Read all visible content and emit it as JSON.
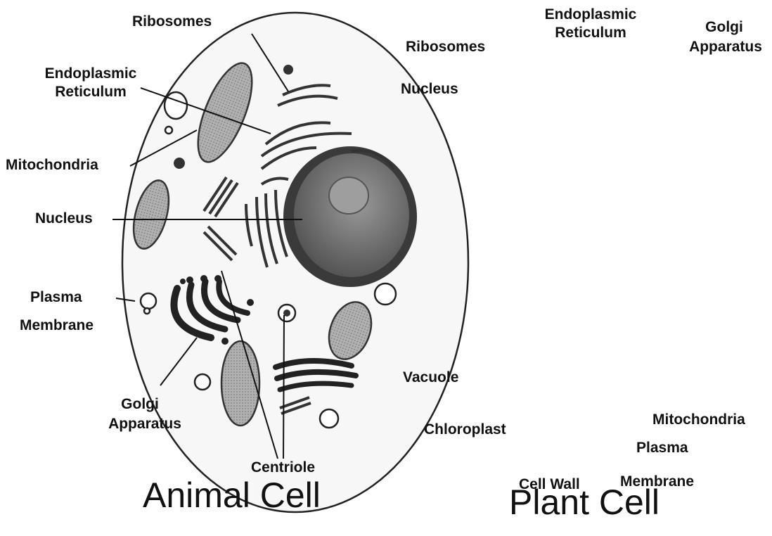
{
  "animal": {
    "title": "Animal Cell",
    "labels": {
      "ribosomes": "Ribosomes",
      "er_line1": "Endoplasmic",
      "er_line2": "Reticulum",
      "mitochondria": "Mitochondria",
      "nucleus": "Nucleus",
      "plasma_line1": "Plasma",
      "plasma_line2": "Membrane",
      "golgi_line1": "Golgi",
      "golgi_line2": "Apparatus",
      "centriole": "Centriole"
    }
  },
  "plant": {
    "title": "Plant Cell",
    "labels": {
      "er_line1": "Endoplasmic",
      "er_line2": "Reticulum",
      "ribosomes": "Ribosomes",
      "golgi_line1": "Golgi",
      "golgi_line2": "Apparatus",
      "nucleus": "Nucleus",
      "vacuole": "Vacuole",
      "chloroplast": "Chloroplast",
      "mitochondria": "Mitochondria",
      "plasma_line1": "Plasma",
      "plasma_line2": "Membrane",
      "cell_wall": "Cell Wall"
    }
  }
}
